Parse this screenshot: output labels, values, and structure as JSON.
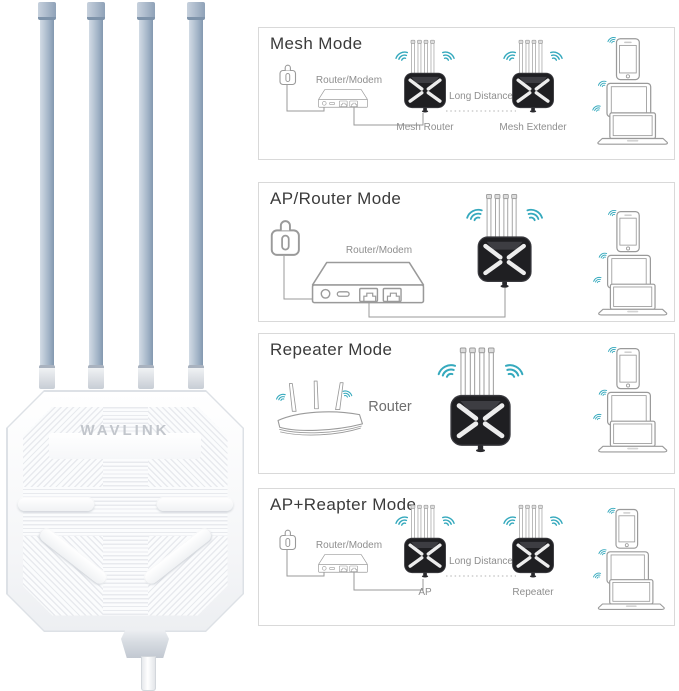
{
  "product": {
    "brand": "WAVLINK",
    "type": "outdoor wireless access point",
    "antenna_count": 4
  },
  "colors": {
    "wifi_signal": "#35a9bd",
    "device_body": "#1f1f22",
    "panel_border": "#d9d9d9",
    "title_text": "#3b3b3b",
    "label_text": "#8e8e8e",
    "line": "#9a9a9a",
    "antenna": "#a9b9cb"
  },
  "panels": [
    {
      "title": "Mesh Mode",
      "labels": {
        "modem": "Router/Modem",
        "left_unit": "Mesh Router",
        "distance": "Long Distance",
        "right_unit": "Mesh Extender"
      }
    },
    {
      "title": "AP/Router Mode",
      "labels": {
        "modem": "Router/Modem"
      }
    },
    {
      "title": "Repeater Mode",
      "labels": {
        "router": "Router"
      }
    },
    {
      "title": "AP+Reapter Mode",
      "labels": {
        "modem": "Router/Modem",
        "left_unit": "AP",
        "distance": "Long Distance",
        "right_unit": "Repeater"
      }
    }
  ],
  "icons": {
    "wifi_signal": "three-arc wifi waves",
    "power_plug": "wall plug outline",
    "router_modem": "modem box with ports",
    "outdoor_unit": "black outdoor AP with four antennas",
    "home_router": "router with three antennas",
    "smartphone": "phone outline",
    "tablet": "tablet outline",
    "laptop": "laptop outline"
  }
}
